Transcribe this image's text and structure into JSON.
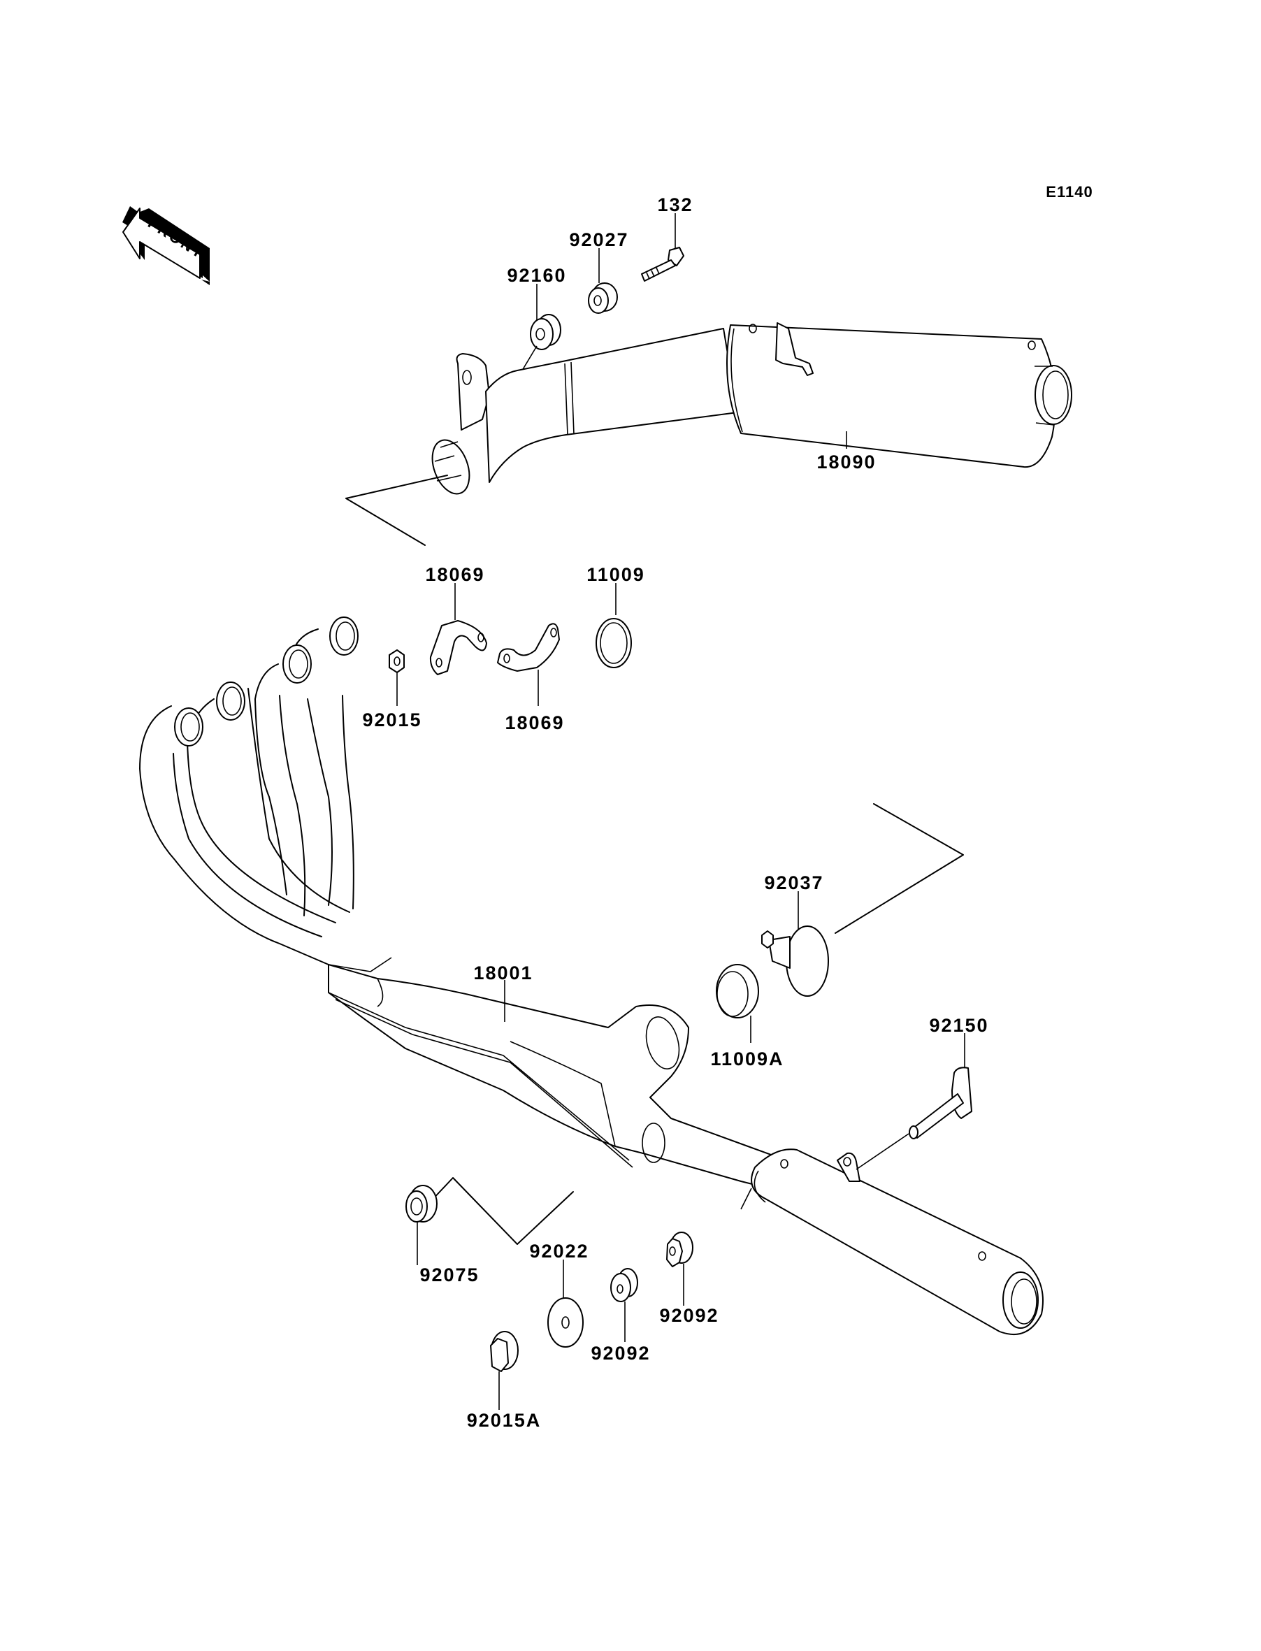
{
  "diagram": {
    "code": "E1140",
    "direction_label": "FRONT",
    "parts": [
      {
        "id": "132",
        "name": "bolt"
      },
      {
        "id": "92027",
        "name": "collar"
      },
      {
        "id": "92160",
        "name": "damper"
      },
      {
        "id": "18090",
        "name": "muffler-upper"
      },
      {
        "id": "18069",
        "name": "holder-upper"
      },
      {
        "id": "11009",
        "name": "gasket"
      },
      {
        "id": "92015",
        "name": "nut"
      },
      {
        "id": "18069",
        "name": "holder-lower"
      },
      {
        "id": "92037",
        "name": "clamp"
      },
      {
        "id": "18001",
        "name": "exhaust-pipe"
      },
      {
        "id": "11009A",
        "name": "gasket-a"
      },
      {
        "id": "92150",
        "name": "bolt-long"
      },
      {
        "id": "92075",
        "name": "damper-lower"
      },
      {
        "id": "92022",
        "name": "washer"
      },
      {
        "id": "92092",
        "name": "collar-right"
      },
      {
        "id": "92092",
        "name": "collar-left"
      },
      {
        "id": "92015A",
        "name": "nut-a"
      }
    ]
  }
}
